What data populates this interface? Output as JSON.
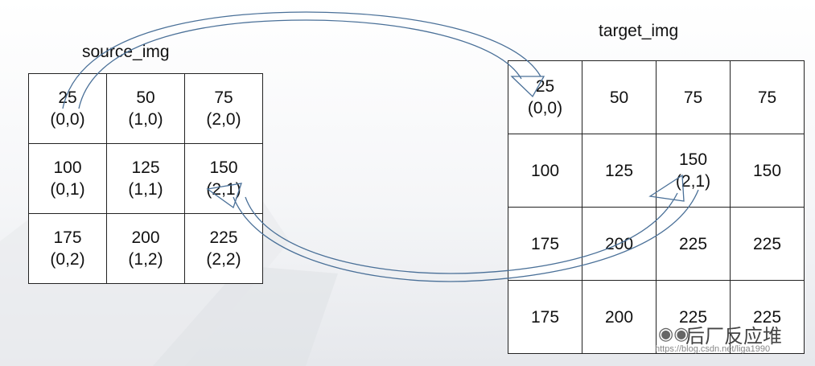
{
  "source": {
    "title": "source_img",
    "rows": [
      [
        {
          "value": "25",
          "coord": "(0,0)"
        },
        {
          "value": "50",
          "coord": "(1,0)"
        },
        {
          "value": "75",
          "coord": "(2,0)"
        }
      ],
      [
        {
          "value": "100",
          "coord": "(0,1)"
        },
        {
          "value": "125",
          "coord": "(1,1)"
        },
        {
          "value": "150",
          "coord": "(2,1)"
        }
      ],
      [
        {
          "value": "175",
          "coord": "(0,2)"
        },
        {
          "value": "200",
          "coord": "(1,2)"
        },
        {
          "value": "225",
          "coord": "(2,2)"
        }
      ]
    ]
  },
  "target": {
    "title": "target_img",
    "rows": [
      [
        {
          "value": "25",
          "coord": "(0,0)"
        },
        {
          "value": "50",
          "coord": ""
        },
        {
          "value": "75",
          "coord": ""
        },
        {
          "value": "75",
          "coord": ""
        }
      ],
      [
        {
          "value": "100",
          "coord": ""
        },
        {
          "value": "125",
          "coord": ""
        },
        {
          "value": "150",
          "coord": "(2,1)"
        },
        {
          "value": "150",
          "coord": ""
        }
      ],
      [
        {
          "value": "175",
          "coord": ""
        },
        {
          "value": "200",
          "coord": ""
        },
        {
          "value": "225",
          "coord": ""
        },
        {
          "value": "225",
          "coord": ""
        }
      ],
      [
        {
          "value": "175",
          "coord": ""
        },
        {
          "value": "200",
          "coord": ""
        },
        {
          "value": "225",
          "coord": ""
        },
        {
          "value": "225",
          "coord": ""
        }
      ]
    ]
  },
  "arrow_color": "#4a7098",
  "watermark": {
    "icon": "wechat-icon",
    "name": "后厂反应堆",
    "url": "https://blog.csdn.net/liga1990"
  }
}
